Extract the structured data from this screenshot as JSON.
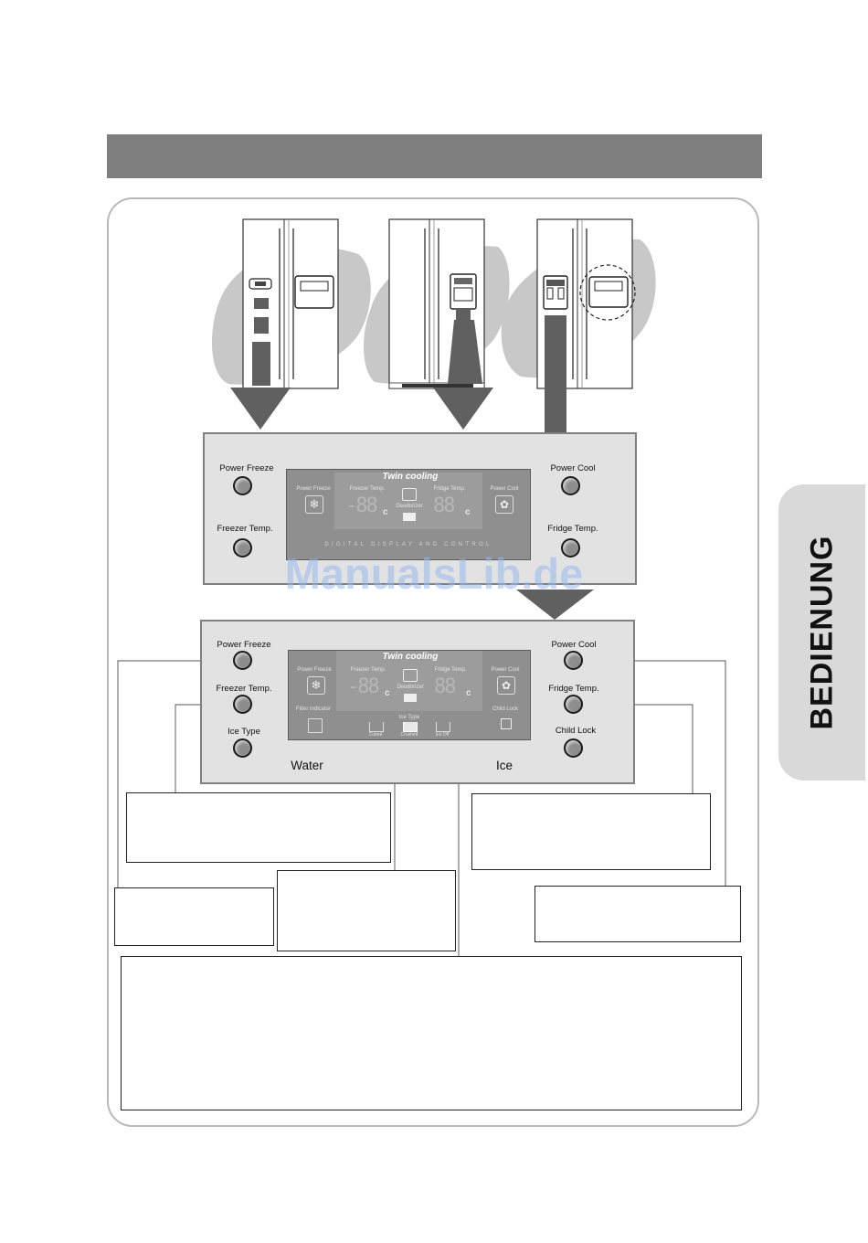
{
  "side_tab": {
    "label": "BEDIENUNG"
  },
  "watermark": "ManualsLib.de",
  "panel_top": {
    "buttons": {
      "power_freeze": "Power Freeze",
      "freezer_temp": "Freezer Temp.",
      "power_cool": "Power Cool",
      "fridge_temp": "Fridge Temp."
    },
    "display": {
      "twin_cooling": "Twin cooling",
      "power_freeze": "Power Freeze",
      "freezer_temp": "Freezer Temp.",
      "fridge_temp": "Fridge Temp.",
      "power_cool": "Power Cool",
      "deodorizer": "Deodorizer",
      "freezer_digits": "-88",
      "fridge_digits": "88",
      "unit": "c",
      "caption": "DIGITAL DISPLAY AND CONTROL"
    }
  },
  "panel_bottom": {
    "buttons": {
      "power_freeze": "Power Freeze",
      "freezer_temp": "Freezer Temp.",
      "ice_type": "Ice Type",
      "power_cool": "Power Cool",
      "fridge_temp": "Fridge Temp.",
      "child_lock": "Child Lock"
    },
    "display": {
      "twin_cooling": "Twin cooling",
      "power_freeze": "Power Freeze",
      "freezer_temp": "Freezer Temp.",
      "fridge_temp": "Fridge Temp.",
      "power_cool": "Power Cool",
      "deodorizer": "Deodorizer",
      "freezer_digits": "-88",
      "fridge_digits": "88",
      "unit": "c",
      "filter_indicator": "Filter Indicator",
      "child_lock": "Child Lock",
      "ice_type": "Ice Type",
      "cubed": "Cubed",
      "crushed": "Crushed",
      "ice_off": "Ice Off"
    },
    "zones": {
      "water": "Water",
      "ice": "Ice"
    }
  }
}
